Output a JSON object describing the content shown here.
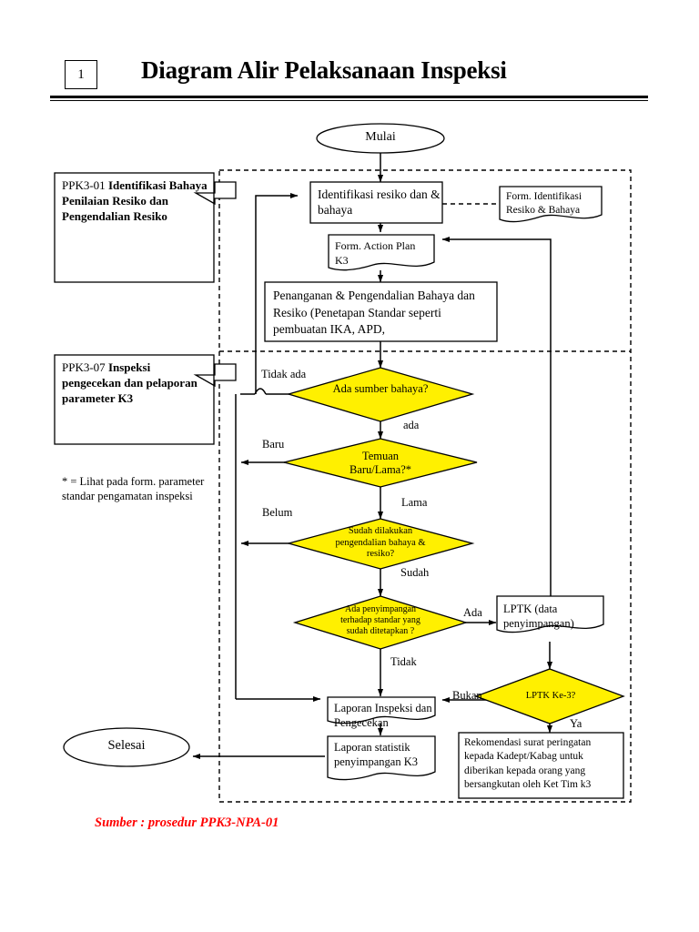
{
  "header": {
    "page_number": "1",
    "title": "Diagram Alir Pelaksanaan Inspeksi"
  },
  "side_refs": [
    {
      "code": "PPK3-01 ",
      "text": "Identifikasi Bahaya Penilaian Resiko dan Pengendalian Resiko"
    },
    {
      "code": "PPK3-07 ",
      "text": "Inspeksi pengecekan dan pelaporan parameter K3"
    }
  ],
  "note": "* = Lihat pada form. parameter standar pengamatan inspeksi",
  "footer": {
    "source": "Sumber : prosedur PPK3-NPA-01"
  },
  "colors": {
    "decision_fill": "#FFF000",
    "stroke": "#000000",
    "source_text": "#FF0000",
    "background": "#FFFFFF"
  },
  "nodes": {
    "start": "Mulai",
    "end": "Selesai",
    "identifikasi": "Identifikasi resiko dan & bahaya",
    "form_identifikasi": "Form. Identifikasi Resiko & Bahaya",
    "form_action_plan": "Form. Action Plan K3",
    "penanganan": "Penanganan & Pengendalian Bahaya dan Resiko (Penetapan Standar seperti pembuatan IKA, APD,",
    "lptk_data": "LPTK  (data penyimpangan)",
    "laporan_inspeksi": "Laporan Inspeksi dan Pengecekan",
    "laporan_statistik": "Laporan statistik penyimpangan K3",
    "rekomendasi": "Rekomendasi surat peringatan kepada Kadept/Kabag untuk diberikan kepada orang yang bersangkutan oleh Ket Tim k3"
  },
  "decisions": {
    "sumber_bahaya": "Ada sumber bahaya?",
    "temuan": "Temuan Baru/Lama?*",
    "sudah_dilakukan": "Sudah dilakukan pengendalian bahaya & resiko?",
    "penyimpangan": "Ada penyimpangan terhadap standar yang sudah ditetapkan ?",
    "lptk_ke3": "LPTK Ke-3?"
  },
  "edge_labels": {
    "tidak_ada": "Tidak ada",
    "ada": "ada",
    "baru": "Baru",
    "lama": "Lama",
    "belum": "Belum",
    "sudah": "Sudah",
    "ada_penyimpangan": "Ada",
    "tidak": "Tidak",
    "bukan": "Bukan",
    "ya": "Ya"
  }
}
